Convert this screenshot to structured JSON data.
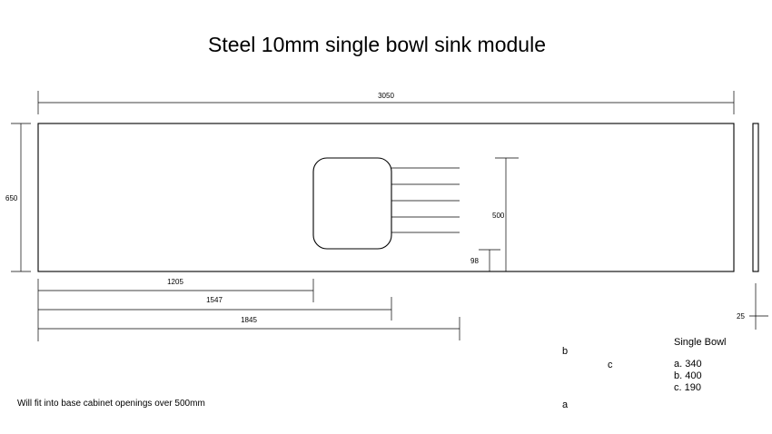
{
  "title": "Steel 10mm single bowl sink module",
  "dimensions": {
    "total_length": "3050",
    "depth": "650",
    "bowl_depth": "500",
    "bowl_offset": "98",
    "dist_1": "1205",
    "dist_2": "1547",
    "dist_3": "1845",
    "thickness": "25"
  },
  "legend": {
    "heading": "Single Bowl",
    "items": [
      "a.  340",
      "b.  400",
      "c.  190"
    ]
  },
  "letters": {
    "a": "a",
    "b": "b",
    "c": "c"
  },
  "note": "Will fit into base cabinet openings over 500mm"
}
